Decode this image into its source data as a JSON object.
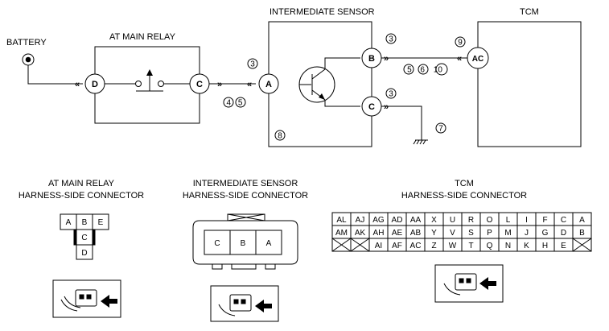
{
  "schematic": {
    "battery_label": "BATTERY",
    "relay_title": "AT MAIN RELAY",
    "sensor_title": "INTERMEDIATE SENSOR",
    "tcm_title": "TCM",
    "relay_pins": {
      "d": "D",
      "c": "C"
    },
    "sensor_pins": {
      "a": "A",
      "b": "B",
      "c": "C"
    },
    "tcm_pin": "AC",
    "step_refs": {
      "r3_a": "3",
      "r4_5": "4 5",
      "r3_b": "3",
      "r5_6_10": "5 6 10",
      "r9": "9",
      "r3_c": "3",
      "r7": "7",
      "r8": "8"
    }
  },
  "connectors": {
    "relay": {
      "title_line1": "AT MAIN RELAY",
      "title_line2": "HARNESS-SIDE CONNECTOR",
      "pins": {
        "a": "A",
        "b": "B",
        "e": "E",
        "c": "C",
        "d": "D"
      }
    },
    "sensor": {
      "title_line1": "INTERMEDIATE SENSOR",
      "title_line2": "HARNESS-SIDE CONNECTOR",
      "pins": [
        "C",
        "B",
        "A"
      ]
    },
    "tcm": {
      "title_line1": "TCM",
      "title_line2": "HARNESS-SIDE CONNECTOR",
      "rows": [
        [
          "AL",
          "AJ",
          "AG",
          "AD",
          "AA",
          "X",
          "U",
          "R",
          "O",
          "L",
          "I",
          "F",
          "C",
          "A"
        ],
        [
          "AM",
          "AK",
          "AH",
          "AE",
          "AB",
          "Y",
          "V",
          "S",
          "P",
          "M",
          "J",
          "G",
          "D",
          "B"
        ],
        [
          "",
          "",
          "AI",
          "AF",
          "AC",
          "Z",
          "W",
          "T",
          "Q",
          "N",
          "K",
          "H",
          "E",
          ""
        ]
      ]
    }
  }
}
